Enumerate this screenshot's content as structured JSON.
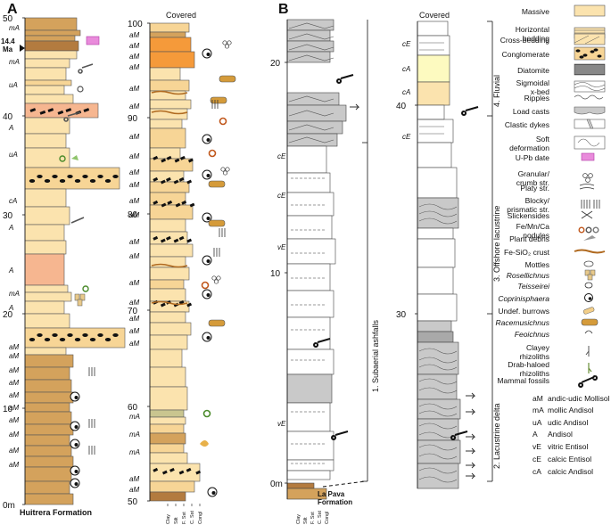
{
  "colors": {
    "light_tan": "#fbe3ae",
    "tan": "#f7d596",
    "brown": "#d4a25c",
    "dark_brown": "#b37b3f",
    "salmon": "#f6b690",
    "orange": "#f59a3a",
    "olive": "#c9c58f",
    "pale_yellow": "#fdfac0",
    "gray": "#c9c9c9",
    "dark_gray": "#a9a9a9"
  },
  "panel_a": {
    "label": "A",
    "formation": "Huitrera Formation",
    "covered": "Covered",
    "date_label": "14.4\nMa",
    "col1_ticks": [
      "50",
      "40",
      "30",
      "20",
      "10",
      "0m"
    ],
    "col2_ticks": [
      "100",
      "90",
      "80",
      "70",
      "60",
      "50"
    ],
    "col1_peds": [
      "mA",
      "mA",
      "uA",
      "A",
      "uA",
      "cA",
      "A",
      "A",
      "mA",
      "A",
      "aM",
      "aM",
      "aM",
      "aM",
      "aM",
      "aM",
      "aM",
      "aM",
      "aM",
      "aM"
    ],
    "col2_peds": [
      "aM",
      "aM",
      "aM",
      "aM",
      "aM",
      "aM",
      "aM",
      "aM",
      "aM",
      "aM",
      "aM",
      "aM",
      "aM",
      "aM",
      "aM",
      "aM",
      "aM",
      "aM",
      "aM",
      "mA",
      "mA",
      "mA",
      "aM",
      "aM"
    ],
    "grain_sizes": [
      "Clay",
      "Silt",
      "F. Sst",
      "C. Sst",
      "Congl"
    ]
  },
  "panel_b": {
    "label": "B",
    "covered": "Covered",
    "la_pava": "La Pava\nFormation",
    "col1_ticks": [
      "20",
      "10",
      "0m"
    ],
    "col2_ticks": [
      "40",
      "30"
    ],
    "col1_peds": [
      "cE",
      "cE",
      "vE",
      "vE"
    ],
    "col2_peds": [
      "cE",
      "cA",
      "cA",
      "cE"
    ],
    "grain_sizes": [
      "Clay",
      "Silt",
      "F. Sst",
      "C. Sst",
      "Congl"
    ],
    "units": {
      "u1": "1. Subaerial ashfalls",
      "u2": "2. Lacustrine delta",
      "u3": "3. Offshore  lacustrine",
      "u4": "4. Fluvial"
    }
  },
  "legend": [
    {
      "label": "Massive",
      "swatch": "massive"
    },
    {
      "label": "Horizontal\nbedding",
      "swatch": "horizontal"
    },
    {
      "label": "Cross-bedding",
      "swatch": "cross"
    },
    {
      "label": "Conglomerate",
      "swatch": "conglomerate"
    },
    {
      "label": "Diatomite",
      "swatch": "diatomite"
    },
    {
      "label": "Sigmoidal\nx-bed",
      "swatch": "sigmoidal"
    },
    {
      "label": "Ripples",
      "swatch": "ripples"
    },
    {
      "label": "Load casts",
      "swatch": "load"
    },
    {
      "label": "Clastic dykes",
      "swatch": "dykes"
    },
    {
      "label": "Soft\ndeformation",
      "swatch": "soft"
    },
    {
      "label": "U-Pb date",
      "swatch": "upb"
    },
    {
      "label": "Granular/\ncrumb str.",
      "swatch": "granular"
    },
    {
      "label": "Platy str.",
      "swatch": "platy"
    },
    {
      "label": "Blocky/\nprismatic str.",
      "swatch": "blocky"
    },
    {
      "label": "Slickensides",
      "swatch": "slick"
    },
    {
      "label": "Fe/Mn/Ca\nnodules",
      "swatch": "nodules"
    },
    {
      "label": "Plant debris",
      "swatch": "plant"
    },
    {
      "label": "Fe-SiO₂ crust",
      "swatch": "crust"
    },
    {
      "label": "Mottles",
      "swatch": "mottles"
    },
    {
      "label": "Rosellichnus",
      "swatch": "rosell",
      "italic": true
    },
    {
      "label": "Teisseirei",
      "swatch": "teiss",
      "italic": true
    },
    {
      "label": "Coprinisphaera",
      "swatch": "coprin",
      "italic": true
    },
    {
      "label": "Undef. burrows",
      "swatch": "burrow"
    },
    {
      "label": "Racemusichnus",
      "swatch": "racem",
      "italic": true
    },
    {
      "label": "Feoichnus",
      "swatch": "feoich",
      "italic": true
    },
    {
      "label": "Clayey\nrhizoliths",
      "swatch": "clayrhiz"
    },
    {
      "label": "Drab-haloed\nrhizoliths",
      "swatch": "drabrhiz"
    },
    {
      "label": "Mammal fossils",
      "swatch": "mammal"
    }
  ],
  "abbreviations": [
    {
      "code": "aM",
      "label": "andic-udic Mollisol"
    },
    {
      "code": "mA",
      "label": "mollic Andisol"
    },
    {
      "code": "uA",
      "label": "udic Andisol"
    },
    {
      "code": "A",
      "label": "Andisol"
    },
    {
      "code": "vE",
      "label": "vitric Entisol"
    },
    {
      "code": "cE",
      "label": "calcic Entisol"
    },
    {
      "code": "cA",
      "label": "calcic Andisol"
    }
  ]
}
